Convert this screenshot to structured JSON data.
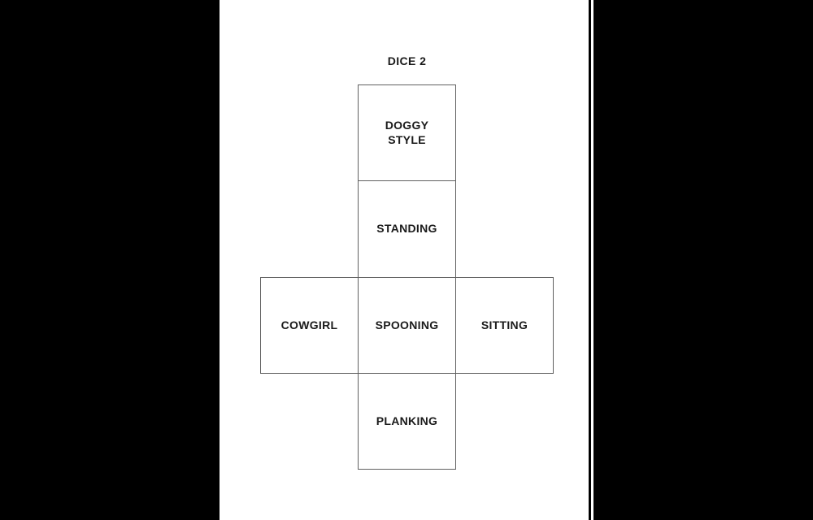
{
  "document": {
    "title": "DICE 2"
  },
  "dice_net": {
    "shape": "cube-cross-net",
    "faces": [
      {
        "id": "doggy-style",
        "label": "DOGGY\nSTYLE"
      },
      {
        "id": "standing",
        "label": "STANDING"
      },
      {
        "id": "cowgirl",
        "label": "COWGIRL"
      },
      {
        "id": "spooning",
        "label": "SPOONING"
      },
      {
        "id": "sitting",
        "label": "SITTING"
      },
      {
        "id": "planking",
        "label": "PLANKING"
      }
    ]
  },
  "colors": {
    "background": "#000000",
    "page": "#ffffff",
    "border": "#606060",
    "text": "#1a1a1a"
  }
}
